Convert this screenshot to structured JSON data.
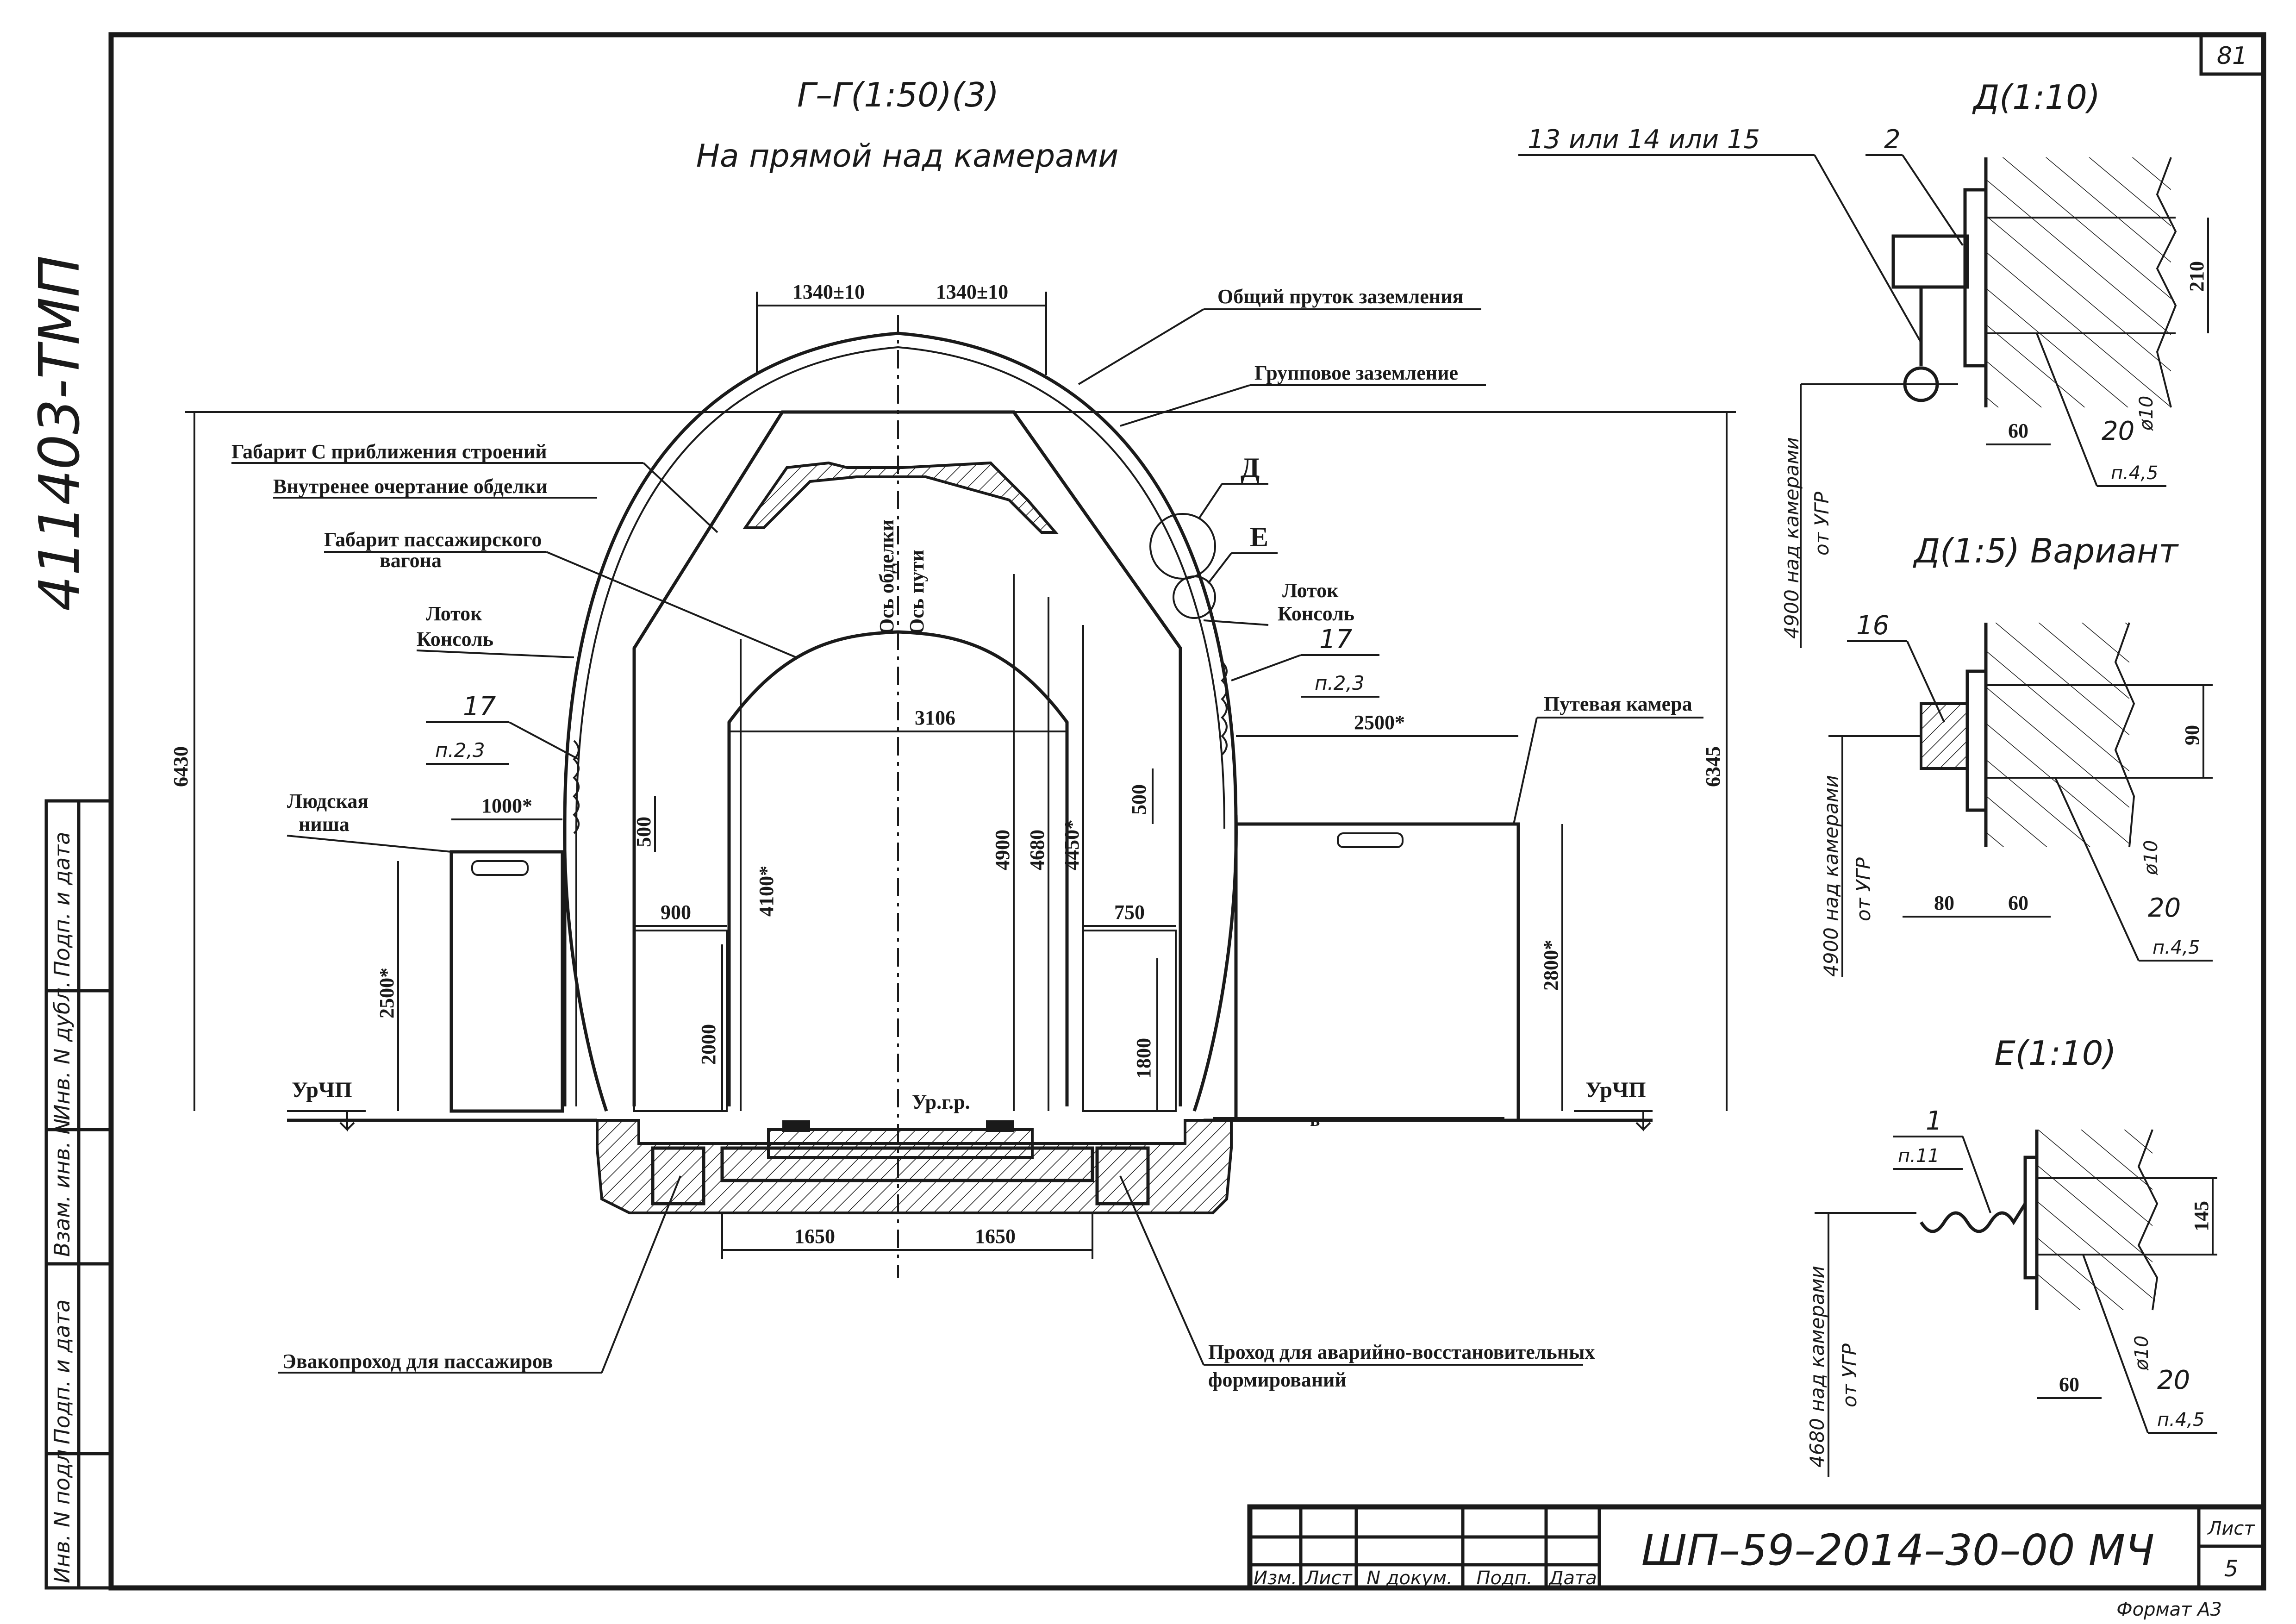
{
  "sheet_number": "81",
  "vertical_code": "411403-ТМП",
  "main_view": {
    "title": "Г–Г(1:50)(3)",
    "subtitle": "На прямой над камерами",
    "dims": {
      "top_left": "1340±10",
      "top_right": "1340±10",
      "width_3106": "3106",
      "niche_1000": "1000*",
      "niche_500": "500",
      "right_500": "500",
      "chamber_2500": "2500*",
      "h_6430": "6430",
      "h_6345": "6345",
      "h_4100": "4100*",
      "h_4900": "4900",
      "h_4680": "4680",
      "h_4450": "4450*",
      "h_2500": "2500*",
      "h_2800": "2800*",
      "w_900": "900",
      "w_750": "750",
      "h_2000": "2000",
      "h_1800": "1800",
      "b_1650_l": "1650",
      "b_1650_r": "1650"
    },
    "labels": {
      "gabarit_c": "Габарит С приближения строений",
      "inner_outline": "Внутренее очертание обделки",
      "gabarit_pass_1": "Габарит пассажирского",
      "gabarit_pass_2": "вагона",
      "lotok_left": "Лоток",
      "konsol_left": "Консоль",
      "ref17_left": "17",
      "ref17_left_sub": "п.2,3",
      "lyud_1": "Людская",
      "lyud_2": "ниша",
      "urchp_left": "УрЧП",
      "urchp_right": "УрЧП",
      "urgr": "Ур.г.р.",
      "obshiy": "Общий пруток заземления",
      "gruppovoe": "Групповое заземление",
      "callout_d": "Д",
      "callout_e": "Е",
      "lotok_right": "Лоток",
      "konsol_right": "Консоль",
      "ref17_right": "17",
      "ref17_right_sub": "п.2,3",
      "putevaya": "Путевая камера",
      "os_obdelki": "Ось обделки",
      "os_puti": "Ось пути",
      "evakoprohod": "Эвакопроход для пассажиров",
      "prohod_1": "Проход для аварийно-восстановительных",
      "prohod_2": "формирований",
      "pipe_letter": "в"
    }
  },
  "detail_d": {
    "title": "Д(1:10)",
    "refs": "13 или 14 или 15",
    "ref2": "2",
    "dim_210": "210",
    "dim_60": "60",
    "ref20": "20",
    "ref20_sub": "п.4,5",
    "phi10": "ø10",
    "vertical_note_1": "4900 над камерами",
    "vertical_note_2": "от УГР"
  },
  "detail_d_var": {
    "title": "Д(1:5) Вариант",
    "ref16": "16",
    "dim_90": "90",
    "dim_80": "80",
    "dim_60": "60",
    "phi10": "ø10",
    "ref20": "20",
    "ref20_sub": "п.4,5",
    "vertical_note_1": "4900 над камерами",
    "vertical_note_2": "от УГР"
  },
  "detail_e": {
    "title": "Е(1:10)",
    "ref1": "1",
    "ref1_sub": "п.11",
    "dim_145": "145",
    "dim_60": "60",
    "phi10": "ø10",
    "ref20": "20",
    "ref20_sub": "п.4,5",
    "vertical_note_1": "4680 над камерами",
    "vertical_note_2": "от УГР"
  },
  "side_stamp": [
    "Подп. и дата",
    "Инв. N дубл.",
    "Взам. инв. N",
    "Подп. и дата",
    "Инв. N подл"
  ],
  "title_block": {
    "headers": [
      "Изм.",
      "Лист",
      "N докум.",
      "Подп.",
      "Дата"
    ],
    "code": "ШП–59–2014–30–00 МЧ",
    "list_label": "Лист",
    "list_value": "5",
    "format": "Формат А3"
  }
}
